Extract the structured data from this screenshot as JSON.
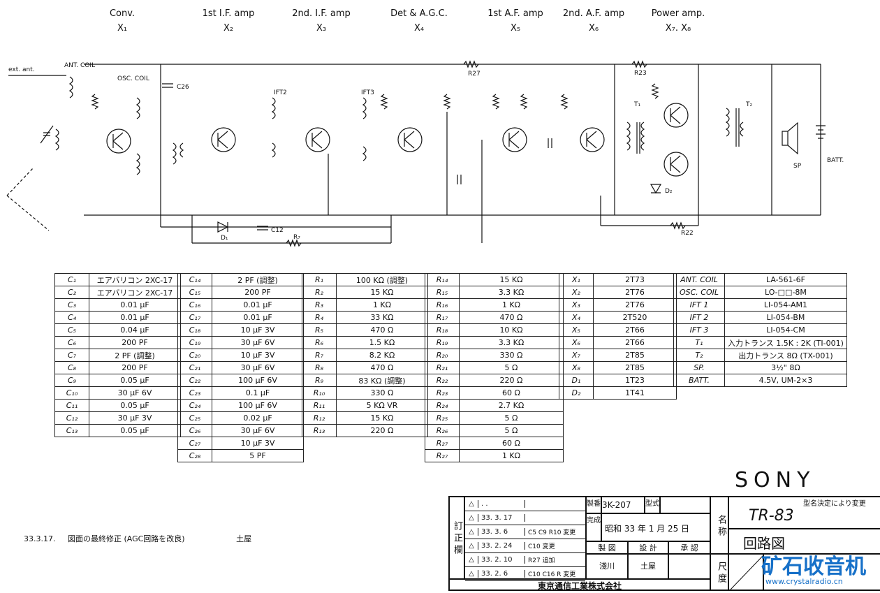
{
  "stages": [
    {
      "name": "Conv.",
      "transistor": "X₁"
    },
    {
      "name": "1st I.F. amp",
      "transistor": "X₂"
    },
    {
      "name": "2nd. I.F. amp",
      "transistor": "X₃"
    },
    {
      "name": "Det & A.G.C.",
      "transistor": "X₄"
    },
    {
      "name": "1st A.F. amp",
      "transistor": "X₅"
    },
    {
      "name": "2nd. A.F. amp",
      "transistor": "X₆"
    },
    {
      "name": "Power amp.",
      "transistor": "X₇. X₈"
    }
  ],
  "schematic_labels": {
    "ext_ant": "ext. ant.",
    "ant_coil": "ANT. COIL",
    "osc_coil": "OSC. COIL",
    "ift2": "IFT2",
    "ift3": "IFT3",
    "t1": "T₁",
    "t2": "T₂",
    "sp": "SP",
    "batt": "BATT.",
    "d1": "D₁",
    "d2": "D₂",
    "r27": "R27",
    "r23": "R23",
    "r22": "R22",
    "r7": "R₇",
    "c26": "C26",
    "c12": "C12"
  },
  "parts_table_1": [
    [
      "C₁",
      "エアバリコン 2XC-17"
    ],
    [
      "C₂",
      "エアバリコン 2XC-17"
    ],
    [
      "C₃",
      "0.01 μF"
    ],
    [
      "C₄",
      "0.01 μF"
    ],
    [
      "C₅",
      "0.04 μF"
    ],
    [
      "C₆",
      "200 PF"
    ],
    [
      "C₇",
      "2 PF (調整)"
    ],
    [
      "C₈",
      "200 PF"
    ],
    [
      "C₉",
      "0.05 μF"
    ],
    [
      "C₁₀",
      "30 μF 6V"
    ],
    [
      "C₁₁",
      "0.05 μF"
    ],
    [
      "C₁₂",
      "30 μF 3V"
    ],
    [
      "C₁₃",
      "0.05 μF"
    ]
  ],
  "parts_table_2": [
    [
      "C₁₄",
      "2 PF (調整)"
    ],
    [
      "C₁₅",
      "200 PF"
    ],
    [
      "C₁₆",
      "0.01 μF"
    ],
    [
      "C₁₇",
      "0.01 μF"
    ],
    [
      "C₁₈",
      "10 μF 3V"
    ],
    [
      "C₁₉",
      "30 μF 6V"
    ],
    [
      "C₂₀",
      "10 μF 3V"
    ],
    [
      "C₂₁",
      "30 μF 6V"
    ],
    [
      "C₂₂",
      "100 μF 6V"
    ],
    [
      "C₂₃",
      "0.1 μF"
    ],
    [
      "C₂₄",
      "100 μF 6V"
    ],
    [
      "C₂₅",
      "0.02 μF"
    ],
    [
      "C₂₆",
      "30 μF 6V"
    ],
    [
      "C₂₇",
      "10 μF 3V"
    ],
    [
      "C₂₈",
      "5 PF"
    ]
  ],
  "parts_table_3": [
    [
      "R₁",
      "100 KΩ (調整)"
    ],
    [
      "R₂",
      "15 KΩ"
    ],
    [
      "R₃",
      "1 KΩ"
    ],
    [
      "R₄",
      "33 KΩ"
    ],
    [
      "R₅",
      "470 Ω"
    ],
    [
      "R₆",
      "1.5 KΩ"
    ],
    [
      "R₇",
      "8.2 KΩ"
    ],
    [
      "R₈",
      "470 Ω"
    ],
    [
      "R₉",
      "83 KΩ (調整)"
    ],
    [
      "R₁₀",
      "330 Ω"
    ],
    [
      "R₁₁",
      "5 KΩ VR"
    ],
    [
      "R₁₂",
      "15 KΩ"
    ],
    [
      "R₁₃",
      "220 Ω"
    ]
  ],
  "parts_table_4": [
    [
      "R₁₄",
      "15 KΩ"
    ],
    [
      "R₁₅",
      "3.3 KΩ"
    ],
    [
      "R₁₆",
      "1 KΩ"
    ],
    [
      "R₁₇",
      "470 Ω"
    ],
    [
      "R₁₈",
      "10 KΩ"
    ],
    [
      "R₁₉",
      "3.3 KΩ"
    ],
    [
      "R₂₀",
      "330 Ω"
    ],
    [
      "R₂₁",
      "5 Ω"
    ],
    [
      "R₂₂",
      "220 Ω"
    ],
    [
      "R₂₃",
      "60 Ω"
    ],
    [
      "R₂₄",
      "2.7 KΩ"
    ],
    [
      "R₂₅",
      "5 Ω"
    ],
    [
      "R₂₆",
      "5 Ω"
    ],
    [
      "R₂₇",
      "60 Ω"
    ],
    [
      "R₂₇",
      "1 KΩ"
    ]
  ],
  "parts_table_5": [
    [
      "X₁",
      "2T73"
    ],
    [
      "X₂",
      "2T76"
    ],
    [
      "X₃",
      "2T76"
    ],
    [
      "X₄",
      "2T520"
    ],
    [
      "X₅",
      "2T66"
    ],
    [
      "X₆",
      "2T66"
    ],
    [
      "X₇",
      "2T85"
    ],
    [
      "X₈",
      "2T85"
    ],
    [
      "D₁",
      "1T23"
    ],
    [
      "D₂",
      "1T41"
    ]
  ],
  "parts_table_6": [
    [
      "ANT. COIL",
      "LA-561-6F"
    ],
    [
      "OSC. COIL",
      "LO-□□-8M"
    ],
    [
      "IFT 1",
      "LI-054-AM1"
    ],
    [
      "IFT 2",
      "LI-054-BM"
    ],
    [
      "IFT 3",
      "LI-054-CM"
    ],
    [
      "T₁",
      "入力トランス 1.5K : 2K (TI-001)"
    ],
    [
      "T₂",
      "出力トランス 8Ω (TX-001)"
    ],
    [
      "SP.",
      "3½\" 8Ω"
    ],
    [
      "BATT.",
      "4.5V, UM-2×3"
    ]
  ],
  "brand": "SONY",
  "corner_note": "型名決定により変更",
  "footnote": {
    "date": "33.3.17.",
    "text": "図面の最終修正 (AGC回路を改良)",
    "sign": "土屋"
  },
  "title_block": {
    "revision_label": "訂 正 欄",
    "revisions": [
      {
        "mark": "△",
        "date": ". ."
      },
      {
        "mark": "△",
        "date": "33. 3. 17"
      },
      {
        "mark": "△",
        "date": "33. 3. 6",
        "note": "C5 C9 R10 変更"
      },
      {
        "mark": "△",
        "date": "33. 2. 24",
        "note": "C10 変更"
      },
      {
        "mark": "△",
        "date": "33. 2. 10",
        "note": "R27 追加"
      },
      {
        "mark": "△",
        "date": "33. 2. 6",
        "note": "C10 C16 R 変更"
      }
    ],
    "seiban_label": "製番",
    "seiban": "3K-207",
    "kata_label": "型式",
    "kansei_label": "完成",
    "kansei": "昭和 33 年  1 月 25 日",
    "roles": [
      "製 図",
      "設 計",
      "承 認"
    ],
    "signers": [
      "淺川",
      "土屋"
    ],
    "company": "東京通信工業株式会社",
    "name_label": "名 称",
    "name": "TR-83",
    "drawing": "回路図",
    "scale_label": "尺 度"
  },
  "watermark": {
    "cn": "矿石收音机",
    "url": "www.crystalradio.cn"
  }
}
